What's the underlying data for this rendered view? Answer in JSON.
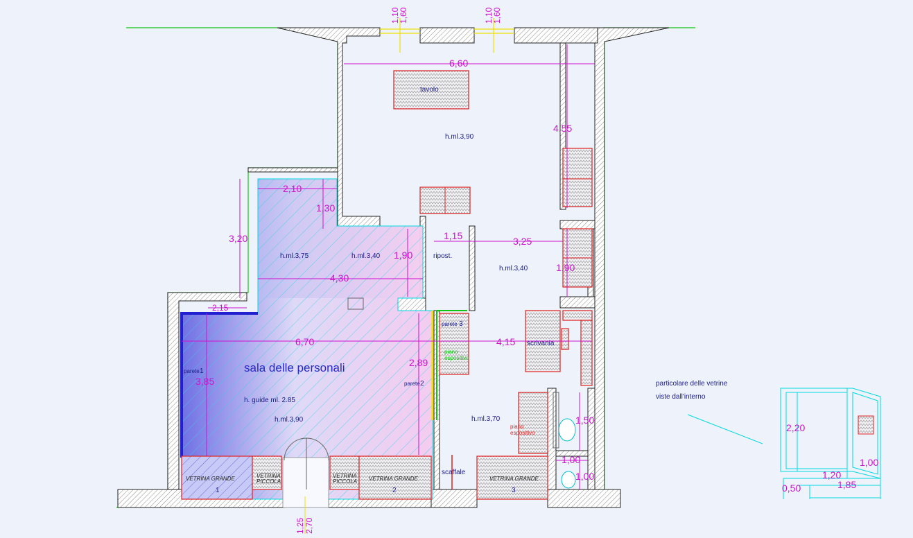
{
  "title": "sala delle personali",
  "heights": {
    "top_room": "h.ml.3,90",
    "left_upper": "h.ml.3,75",
    "mid_upper": "h.ml.3,40",
    "right_mid": "h.ml.3,40",
    "guide": "h. guide ml. 2.85",
    "sala": "h.ml.3,90",
    "right_low": "h.ml.3,70"
  },
  "labels": {
    "tavolo": "tavolo",
    "ripost": "ripost.",
    "scrivania": "scrivania",
    "scaffale": "scaffale",
    "piano1": "piano",
    "espositivo1": "espositivo",
    "piano2": "piano",
    "espositivo2": "espositivo",
    "parete": "parete",
    "parete1_num": "1",
    "parete2_num": "2",
    "parete3_num": "3",
    "vetrina_grande": "VETRINA GRANDE",
    "vetrina": "VETRINA",
    "piccola": "PICCOLA",
    "vetrina_num1": "1",
    "vetrina_num2": "2",
    "vetrina_num3": "3"
  },
  "dimensions": {
    "top_width": "6,60",
    "right_upper": "4,55",
    "left_upper_w": "2,10",
    "notch_h": "1,30",
    "left_h": "3,20",
    "ripost_w": "1,15",
    "right_w": "3,25",
    "ripost_h": "1,90",
    "right_box_h": "1,90",
    "mid_w": "4,30",
    "small_w": "2,15",
    "sala_w": "6,70",
    "right_w2": "4,15",
    "sala_h": "3,85",
    "parete2_h": "2,89",
    "bath_h1": "1,50",
    "bath_w": "1,00",
    "bath_h2": "1,00",
    "win_a": "1,10",
    "win_b": "1,60",
    "door_a": "1,25",
    "door_b": "2,70"
  },
  "detail": {
    "caption_line1": "particolare delle vetrine",
    "caption_line2": "viste dall'interno",
    "height": "2,20",
    "depth": "1,20",
    "width": "1,85",
    "base": "0,50",
    "side": "1,00"
  },
  "colors": {
    "background": "#eef3fb",
    "dimension": "#d010d0",
    "furniture": "#e02020",
    "sala_outline": "#00d8e0",
    "exterior": "#12c312",
    "sala_fill_left": "#6060e0",
    "sala_fill_right": "#f3c8ee"
  }
}
